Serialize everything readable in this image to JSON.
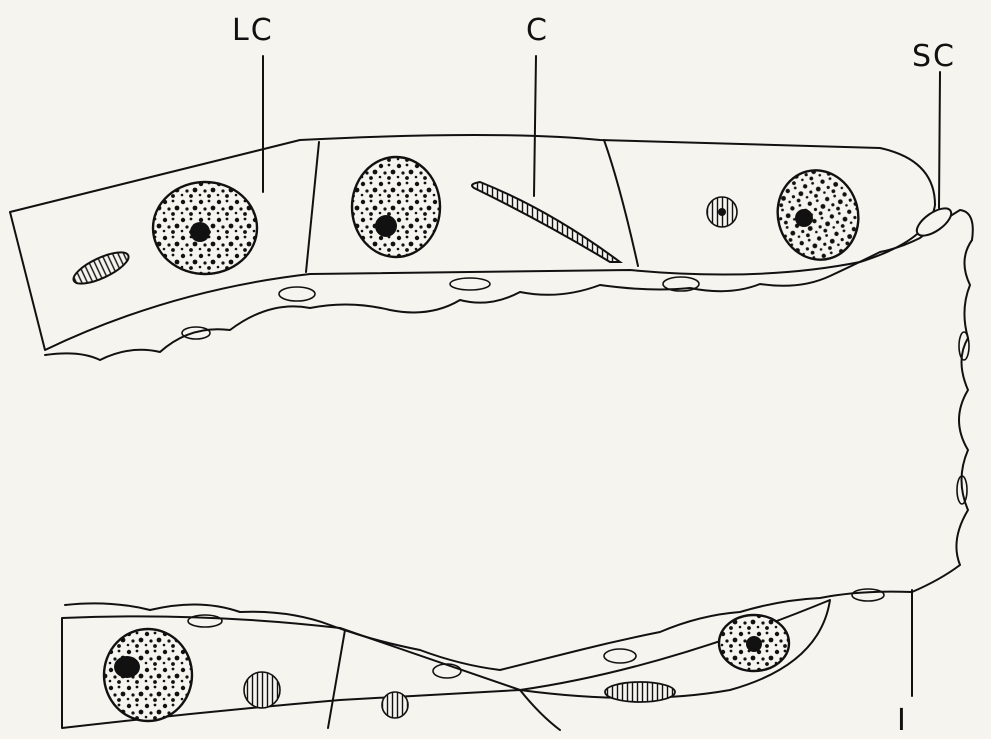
{
  "diagram": {
    "labels": {
      "lc": "LC",
      "c": "C",
      "sc": "SC",
      "i": "I"
    }
  },
  "colors": {
    "background": "#f6f4ee",
    "ink": "#111111"
  }
}
